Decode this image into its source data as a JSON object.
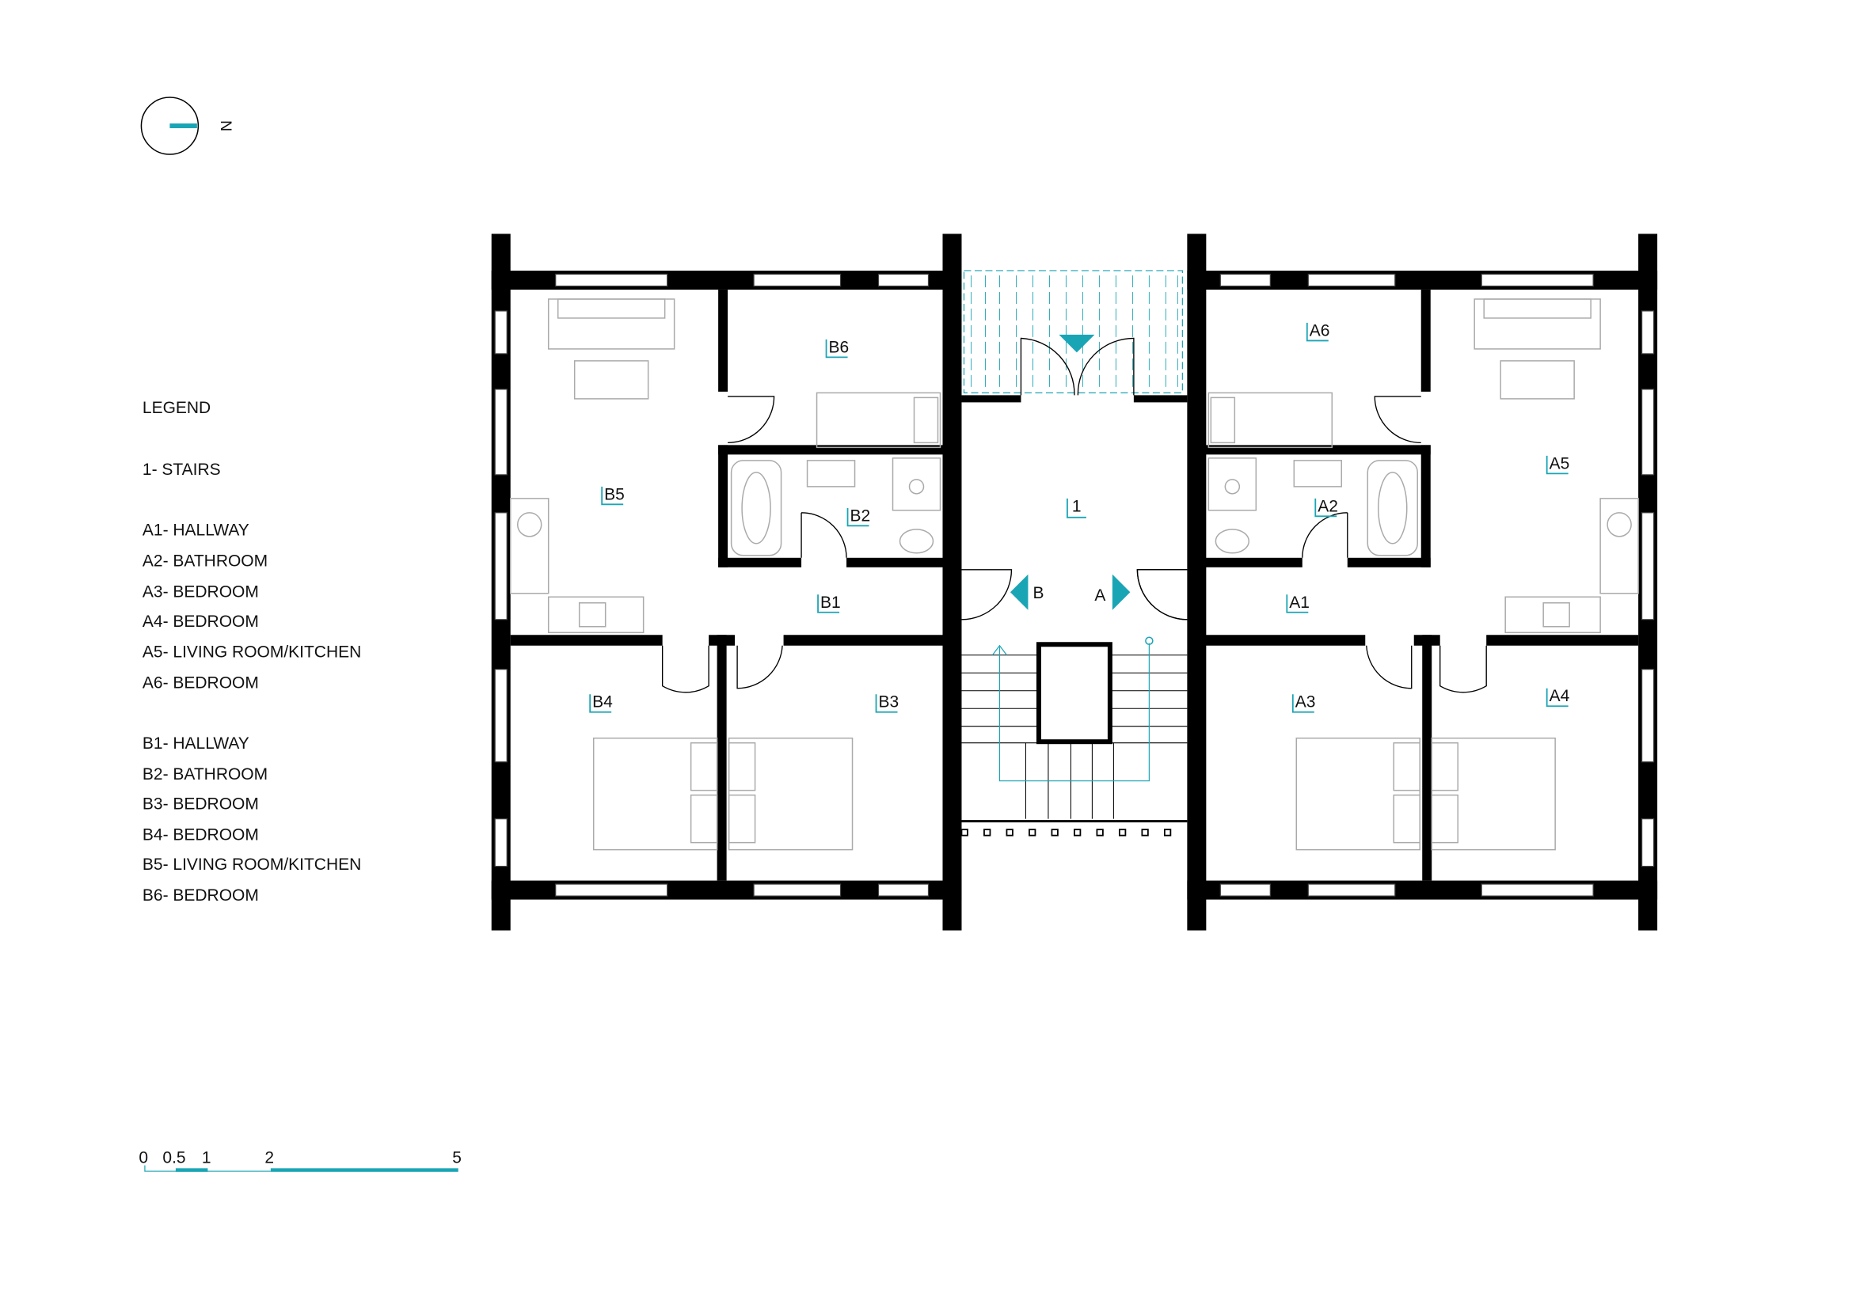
{
  "north": {
    "label": "N"
  },
  "legend": {
    "title": "LEGEND",
    "items": [
      "1- STAIRS",
      "A1- HALLWAY",
      "A2- BATHROOM",
      "A3- BEDROOM",
      "A4- BEDROOM",
      "A5- LIVING ROOM/KITCHEN",
      "A6- BEDROOM",
      "B1- HALLWAY",
      "B2- BATHROOM",
      "B3- BEDROOM",
      "B4- BEDROOM",
      "B5- LIVING ROOM/KITCHEN",
      "B6- BEDROOM"
    ]
  },
  "rooms": {
    "r1": "1",
    "A1": "A1",
    "A2": "A2",
    "A3": "A3",
    "A4": "A4",
    "A5": "A5",
    "A6": "A6",
    "B1": "B1",
    "B2": "B2",
    "B3": "B3",
    "B4": "B4",
    "B5": "B5",
    "B6": "B6"
  },
  "entrances": {
    "a": "A",
    "b": "B"
  },
  "scale": {
    "ticks": [
      "0",
      "0.5",
      "1",
      "2",
      "5"
    ]
  },
  "colors": {
    "accent": "#1aa5b5",
    "wall": "#000000"
  }
}
